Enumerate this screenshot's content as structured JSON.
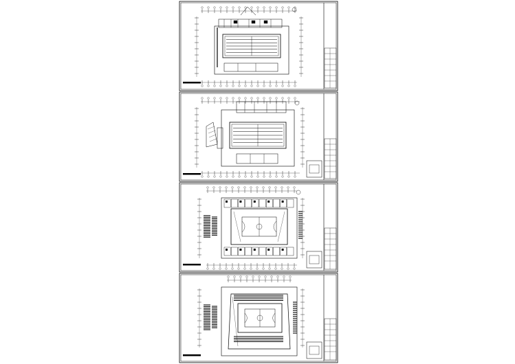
{
  "drawing_set": {
    "sheets": [
      {
        "id": 1,
        "pool": "swimming-pool"
      },
      {
        "id": 2,
        "pool": "swimming-pool"
      },
      {
        "id": 3,
        "court": "basketball-court"
      },
      {
        "id": 4,
        "court": "basketball-court"
      }
    ]
  },
  "colors": {
    "background": "#ffffff",
    "ink": "#000000"
  }
}
